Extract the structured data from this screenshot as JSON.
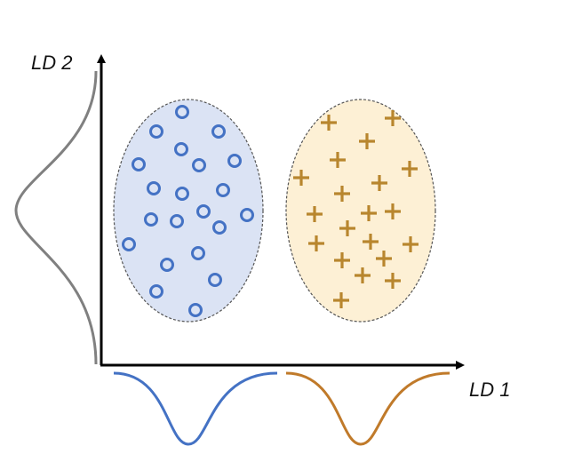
{
  "axes": {
    "x_label": "LD 1",
    "y_label": "LD 2"
  },
  "classes": [
    {
      "marker": "circle-icon",
      "color": "#4472c4",
      "fill": "#dbe3f4",
      "points": [
        [
          205,
          126
        ],
        [
          176,
          148
        ],
        [
          246,
          148
        ],
        [
          204,
          168
        ],
        [
          156,
          185
        ],
        [
          224,
          186
        ],
        [
          264,
          181
        ],
        [
          173,
          212
        ],
        [
          205,
          218
        ],
        [
          251,
          214
        ],
        [
          229,
          238
        ],
        [
          170,
          247
        ],
        [
          199,
          249
        ],
        [
          247,
          256
        ],
        [
          278,
          242
        ],
        [
          145,
          275
        ],
        [
          223,
          285
        ],
        [
          188,
          298
        ],
        [
          242,
          315
        ],
        [
          176,
          328
        ],
        [
          220,
          349
        ]
      ]
    },
    {
      "marker": "plus-icon",
      "color": "#b8862e",
      "fill": "#fdf0d5",
      "points": [
        [
          370,
          138
        ],
        [
          442,
          133
        ],
        [
          413,
          159
        ],
        [
          380,
          180
        ],
        [
          461,
          190
        ],
        [
          339,
          200
        ],
        [
          427,
          206
        ],
        [
          385,
          218
        ],
        [
          415,
          240
        ],
        [
          442,
          238
        ],
        [
          354,
          241
        ],
        [
          391,
          257
        ],
        [
          417,
          272
        ],
        [
          356,
          274
        ],
        [
          462,
          275
        ],
        [
          385,
          293
        ],
        [
          432,
          291
        ],
        [
          408,
          310
        ],
        [
          442,
          316
        ],
        [
          384,
          338
        ]
      ]
    }
  ],
  "colors": {
    "axis": "#000000",
    "y_curve": "#808080",
    "x_curve_1": "#4472c4",
    "x_curve_2": "#c07a2a",
    "ellipse_border": "#555555"
  }
}
